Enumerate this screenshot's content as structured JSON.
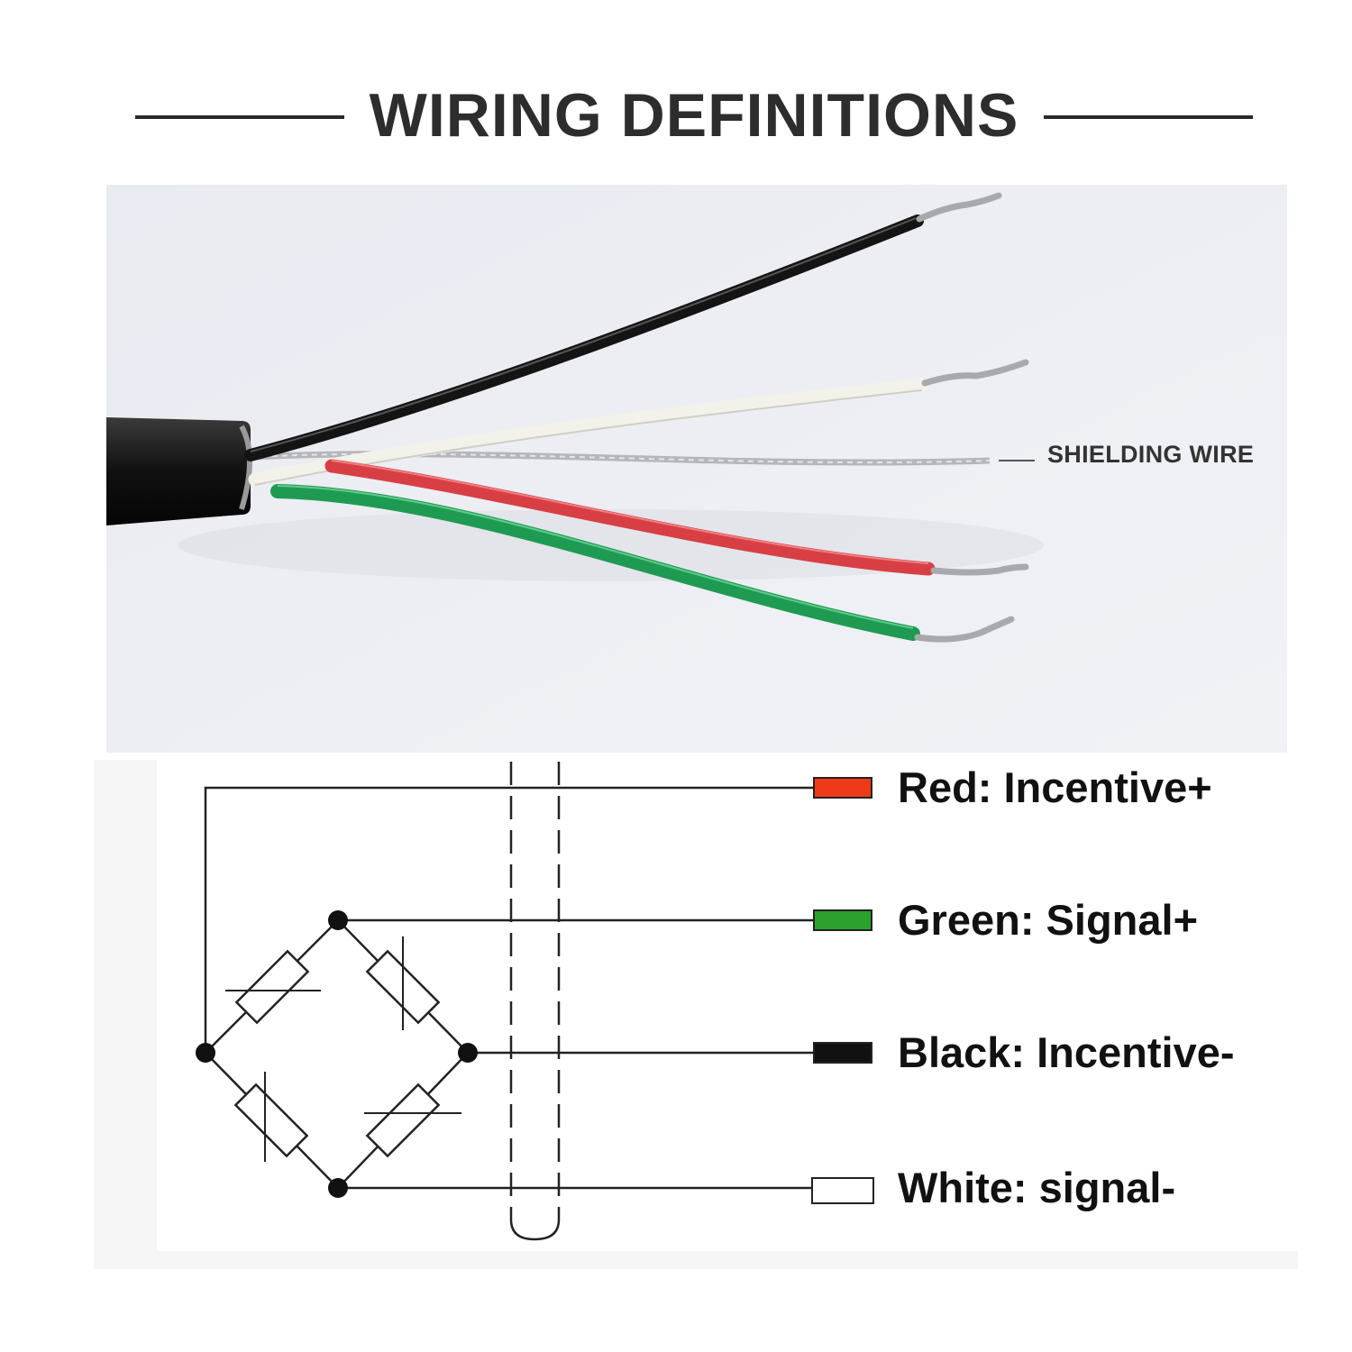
{
  "header": {
    "title": "WIRING DEFINITIONS"
  },
  "photo": {
    "shielding_label": "SHIELDING WIRE"
  },
  "legend": [
    {
      "color": "#ee3a18",
      "label": "Red: Incentive+"
    },
    {
      "color": "#2ca12c",
      "label": "Green: Signal+"
    },
    {
      "color": "#111111",
      "label": "Black: Incentive-"
    },
    {
      "color": "#ffffff",
      "label": "White: signal-"
    }
  ]
}
